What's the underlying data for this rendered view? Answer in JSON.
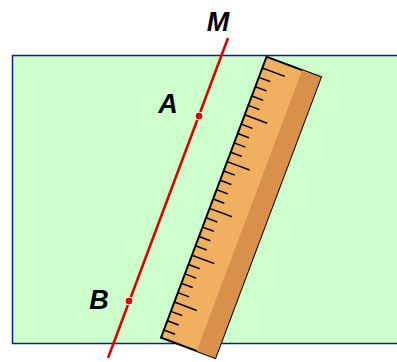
{
  "diagram": {
    "labels": [
      "M",
      "A",
      "B"
    ]
  }
}
